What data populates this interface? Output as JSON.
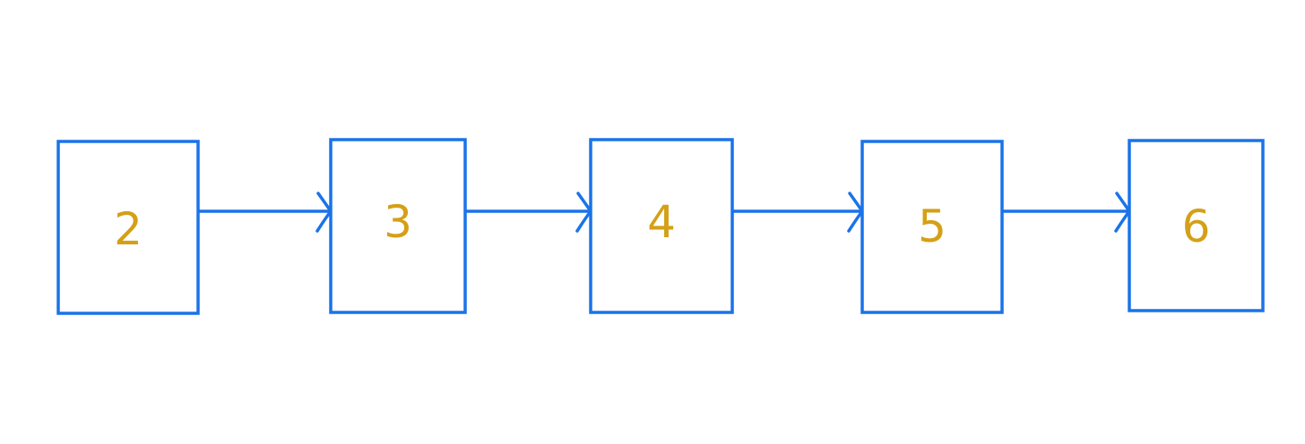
{
  "colors": {
    "box_stroke": "#1a73e8",
    "arrow_stroke": "#1a73e8",
    "label_text": "#d4a017",
    "background": "#ffffff"
  },
  "diagram": {
    "type": "linked-list",
    "nodes": [
      {
        "id": "node-2",
        "label": "2"
      },
      {
        "id": "node-3",
        "label": "3"
      },
      {
        "id": "node-4",
        "label": "4"
      },
      {
        "id": "node-5",
        "label": "5"
      },
      {
        "id": "node-6",
        "label": "6"
      }
    ],
    "edges": [
      {
        "from": "node-2",
        "to": "node-3"
      },
      {
        "from": "node-3",
        "to": "node-4"
      },
      {
        "from": "node-4",
        "to": "node-5"
      },
      {
        "from": "node-5",
        "to": "node-6"
      }
    ]
  }
}
